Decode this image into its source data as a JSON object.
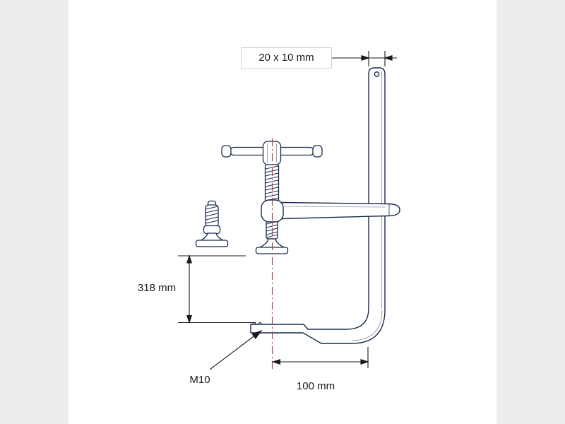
{
  "page": {
    "background": "#ffffff",
    "margin_color": "#ededed"
  },
  "drawing": {
    "subject": "all-steel screw clamp technical drawing",
    "ink_color": "#1c2b4d",
    "dimension_color": "#1a1a1a",
    "centerline_color": "#b03333"
  },
  "dimensions": {
    "rail_section": {
      "label": "20 x 10 mm"
    },
    "capacity": {
      "label": "318 mm"
    },
    "thread": {
      "label": "M10"
    },
    "throat": {
      "label": "100 mm"
    }
  }
}
